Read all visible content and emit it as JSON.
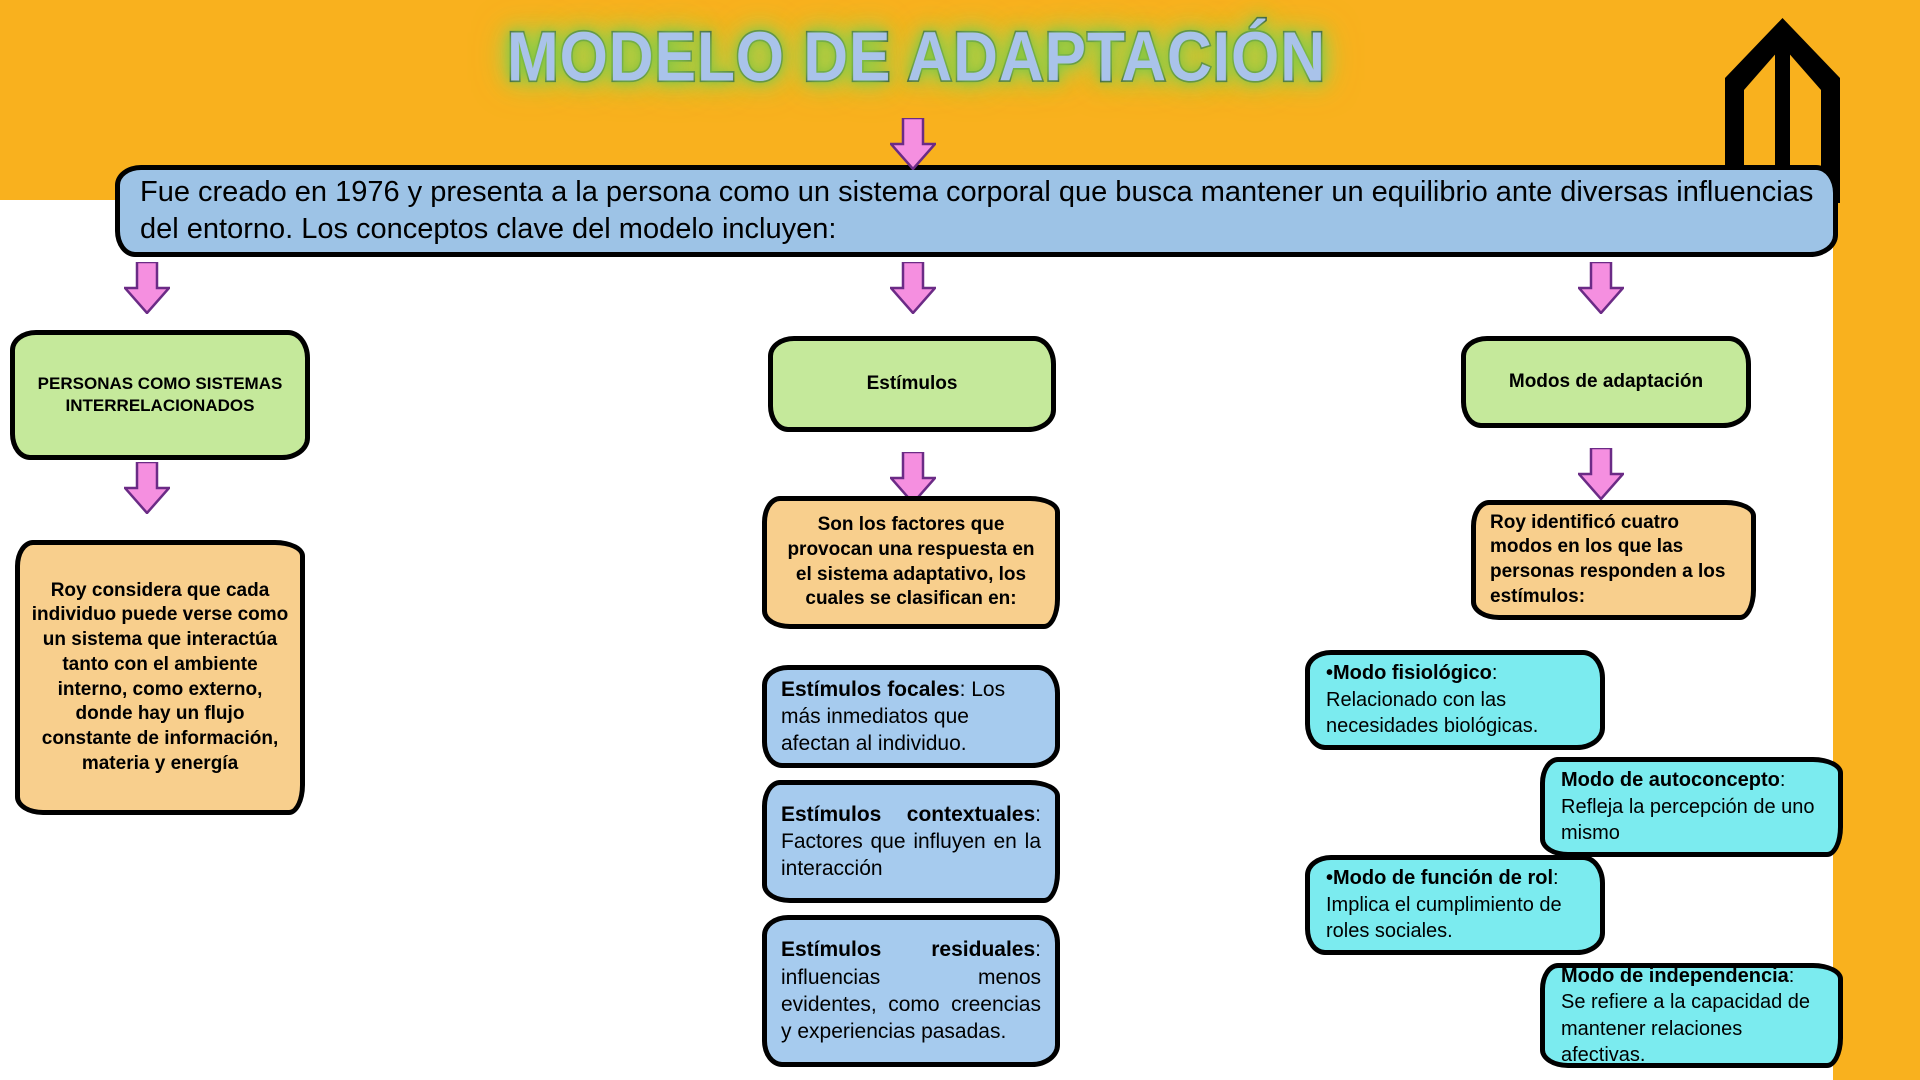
{
  "colors": {
    "yellow": "#f9b11e",
    "title_fill": "#a9c3ea",
    "title_outline": "#17244a",
    "title_glow": "#8fd34d",
    "arrow_fill": "#f58fe0",
    "arrow_outline": "#6b2b86",
    "header_box": "#9dc3e6",
    "green_box": "#c5e99b",
    "orange_box": "#f8cf8d",
    "blue_box": "#a6cbee",
    "cyan_box": "#7bebef",
    "outline": "#000000"
  },
  "header": {
    "title": "MODELO DE ADAPTACIÓN",
    "intro": "Fue creado en 1976 y presenta a la persona como un sistema corporal que busca mantener un equilibrio ante diversas influencias del entorno. Los conceptos clave del modelo incluyen:"
  },
  "columns": [
    {
      "id": "personas",
      "heading": "PERSONAS COMO SISTEMAS INTERRELACIONADOS",
      "summary": "Roy considera que cada individuo puede verse como un sistema que interactúa tanto con el ambiente interno, como externo, donde hay un flujo constante de información, materia y energía",
      "items": []
    },
    {
      "id": "estimulos",
      "heading": "Estímulos",
      "summary": "Son los factores que provocan una respuesta en el sistema adaptativo, los cuales se clasifican en:",
      "items": [
        {
          "term": "Estímulos focales",
          "sep": ": ",
          "desc": "Los más inmediatos que afectan al individuo."
        },
        {
          "term": "Estímulos contextuales",
          "sep": ": ",
          "desc": "Factores que influyen en la interacción"
        },
        {
          "term": "Estímulos residuales",
          "sep": ": ",
          "desc": "influencias menos evidentes, como creencias y experiencias pasadas."
        }
      ]
    },
    {
      "id": "modos",
      "heading": "Modos de adaptación",
      "summary": "Roy identificó cuatro modos en los que las personas responden a los estímulos:",
      "items": [
        {
          "bullet": "•",
          "term": "Modo fisiológico",
          "sep": ": ",
          "desc": "Relacionado con las necesidades biológicas."
        },
        {
          "bullet": "",
          "term": "Modo de autoconcepto",
          "sep": ": ",
          "desc": "Refleja la percepción de uno mismo"
        },
        {
          "bullet": "•",
          "term": "Modo de función de rol",
          "sep": ": ",
          "desc": "Implica el cumplimiento de roles sociales."
        },
        {
          "bullet": "",
          "term": "Modo de independencia",
          "sep": ": ",
          "desc": "Se refiere a la capacidad de mantener relaciones afectivas."
        }
      ]
    }
  ],
  "icons": {
    "up_arrow": "double-up-arrow-icon",
    "connector": "down-arrow-icon"
  }
}
